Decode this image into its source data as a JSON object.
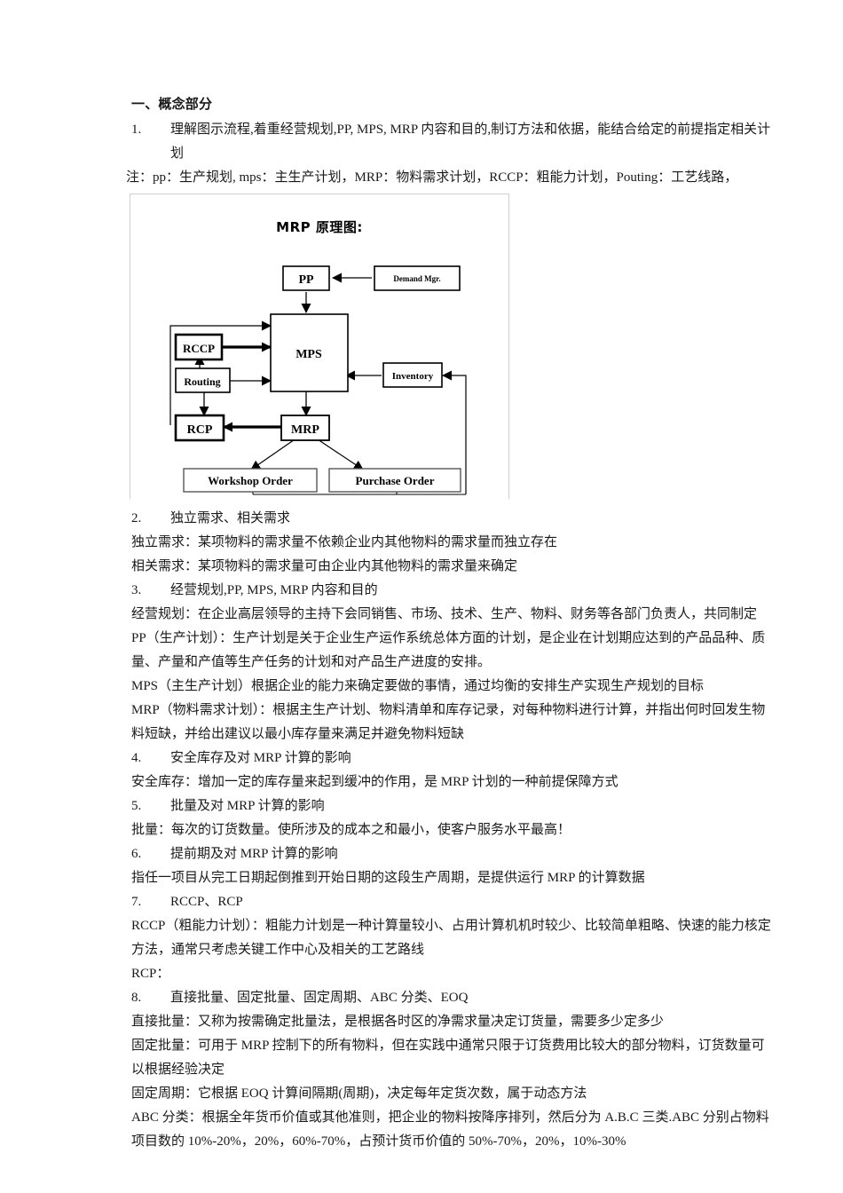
{
  "document": {
    "section_title": "一、概念部分",
    "items": [
      {
        "num": "1.",
        "text": "理解图示流程,着重经营规划,PP, MPS, MRP 内容和目的,制订方法和依据，能结合给定的前提指定相关计划"
      },
      {
        "num": "2.",
        "text": "独立需求、相关需求"
      },
      {
        "num": "3.",
        "text": "经营规划,PP, MPS, MRP 内容和目的"
      },
      {
        "num": "4.",
        "text": "安全库存及对 MRP 计算的影响"
      },
      {
        "num": "5.",
        "text": "批量及对 MRP 计算的影响"
      },
      {
        "num": "6.",
        "text": "提前期及对 MRP 计算的影响"
      },
      {
        "num": "7.",
        "text": "RCCP、RCP"
      },
      {
        "num": "8.",
        "text": "直接批量、固定批量、固定周期、ABC 分类、EOQ"
      }
    ],
    "note_line": "注：pp：生产规划, mps：主生产计划，MRP：物料需求计划，RCCP：粗能力计划，Pouting：工艺线路，",
    "paragraphs": {
      "independent_demand": "独立需求：某项物料的需求量不依赖企业内其他物料的需求量而独立存在",
      "related_demand": "相关需求：某项物料的需求量可由企业内其他物料的需求量来确定",
      "business_plan": "经营规划：在企业高层领导的主持下会同销售、市场、技术、生产、物料、财务等各部门负责人，共同制定",
      "pp": "PP（生产计划）：生产计划是关于企业生产运作系统总体方面的计划，是企业在计划期应达到的产品品种、质量、产量和产值等生产任务的计划和对产品生产进度的安排。",
      "mps": "MPS（主生产计划）根据企业的能力来确定要做的事情，通过均衡的安排生产实现生产规划的目标",
      "mrp": "MRP（物料需求计划）：根据主生产计划、物料清单和库存记录，对每种物料进行计算，并指出何时回发生物料短缺，并给出建议以最小库存量来满足并避免物料短缺",
      "safety_stock": "安全库存：增加一定的库存量来起到缓冲的作用，是 MRP 计划的一种前提保障方式",
      "lot_size": "批量：每次的订货数量。使所涉及的成本之和最小，使客户服务水平最高！",
      "lead_time": "指任一项目从完工日期起倒推到开始日期的这段生产周期，是提供运行 MRP 的计算数据",
      "rccp": "RCCP（粗能力计划）：粗能力计划是一种计算量较小、占用计算机机时较少、比较简单粗略、快速的能力核定方法，通常只考虑关键工作中心及相关的工艺路线",
      "rcp": "RCP：",
      "direct_lot": "直接批量：又称为按需确定批量法，是根据各时区的净需求量决定订货量，需要多少定多少",
      "fixed_lot": "固定批量：可用于 MRP 控制下的所有物料，但在实践中通常只限于订货费用比较大的部分物料，订货数量可以根据经验决定",
      "fixed_period": "固定周期：它根据 EOQ 计算间隔期(周期)，决定每年定货次数，属于动态方法",
      "abc": "ABC 分类：根据全年货币价值或其他准则，把企业的物料按降序排列，然后分为 A.B.C 三类.ABC 分别占物料项目数的 10%-20%，20%，60%-70%，占预计货币价值的 50%-70%，20%，10%-30%"
    }
  },
  "figure": {
    "title": "MRP 原理图:",
    "nodes": {
      "pp": "PP",
      "demand_mgr": "Demand Mgr.",
      "mps": "MPS",
      "rccp": "RCCP",
      "routing": "Routing",
      "rcp": "RCP",
      "mrp": "MRP",
      "inventory": "Inventory",
      "workshop_order": "Workshop Order",
      "purchase_order": "Purchase Order"
    }
  },
  "colors": {
    "text": "#1a1a1a",
    "frame_border": "#cfcfcf",
    "diagram_stroke": "#000000"
  }
}
